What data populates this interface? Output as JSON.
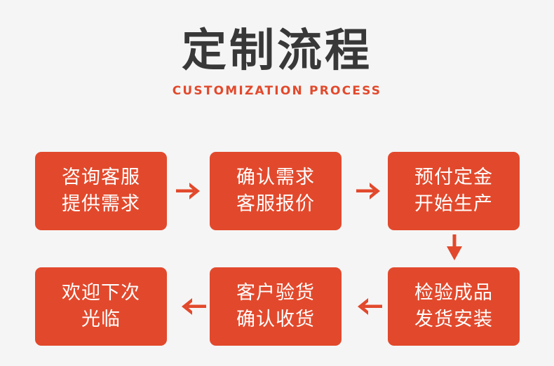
{
  "page": {
    "background_color": "#f5f5f5",
    "accent_color": "#e2492c",
    "title_color": "#383838",
    "box_text_color": "#ffffff"
  },
  "header": {
    "title": "定制流程",
    "subtitle": "CUSTOMIZATION PROCESS"
  },
  "flow": {
    "steps": [
      {
        "id": "step-1",
        "line1": "咨询客服",
        "line2": "提供需求"
      },
      {
        "id": "step-2",
        "line1": "确认需求",
        "line2": "客服报价"
      },
      {
        "id": "step-3",
        "line1": "预付定金",
        "line2": "开始生产"
      },
      {
        "id": "step-4",
        "line1": "检验成品",
        "line2": "发货安装"
      },
      {
        "id": "step-5",
        "line1": "客户验货",
        "line2": "确认收货"
      },
      {
        "id": "step-6",
        "line1": "欢迎下次",
        "line2": "光临"
      }
    ],
    "connectors": [
      {
        "id": "connector-1",
        "icon": "arrow-right-icon",
        "from": "step-1",
        "to": "step-2"
      },
      {
        "id": "connector-2",
        "icon": "arrow-right-icon",
        "from": "step-2",
        "to": "step-3"
      },
      {
        "id": "connector-3",
        "icon": "arrow-down-icon",
        "from": "step-3",
        "to": "step-4"
      },
      {
        "id": "connector-4",
        "icon": "arrow-left-icon",
        "from": "step-4",
        "to": "step-5"
      },
      {
        "id": "connector-5",
        "icon": "arrow-left-icon",
        "from": "step-5",
        "to": "step-6"
      }
    ]
  }
}
